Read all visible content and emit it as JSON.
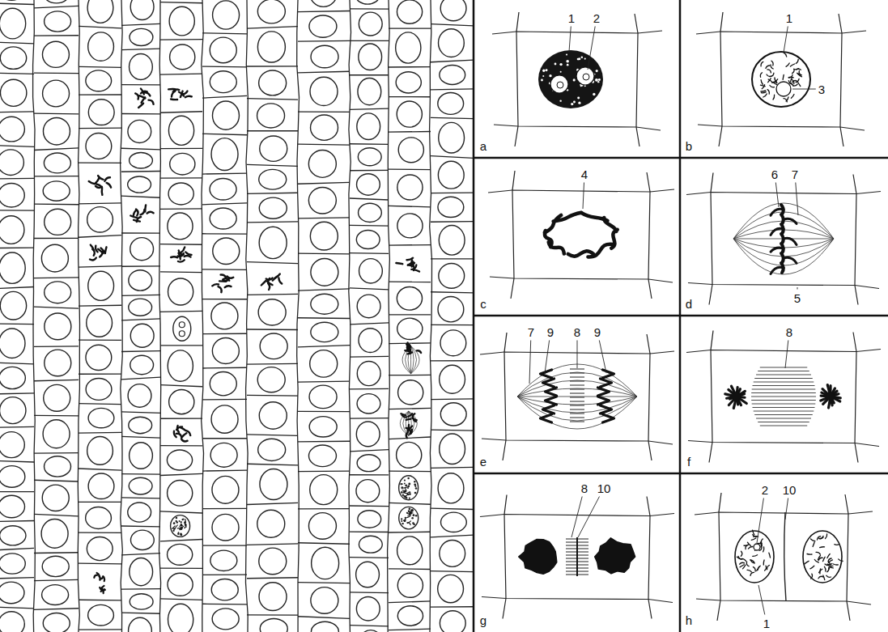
{
  "diagram": {
    "labels": [
      "1",
      "2",
      "a",
      "1",
      "3",
      "b",
      "4",
      "c",
      "6",
      "7",
      "5",
      "d",
      "7",
      "9",
      "8",
      "9",
      "e",
      "8",
      "f",
      "8",
      "10",
      "g",
      "2",
      "10",
      "1",
      "h"
    ]
  }
}
